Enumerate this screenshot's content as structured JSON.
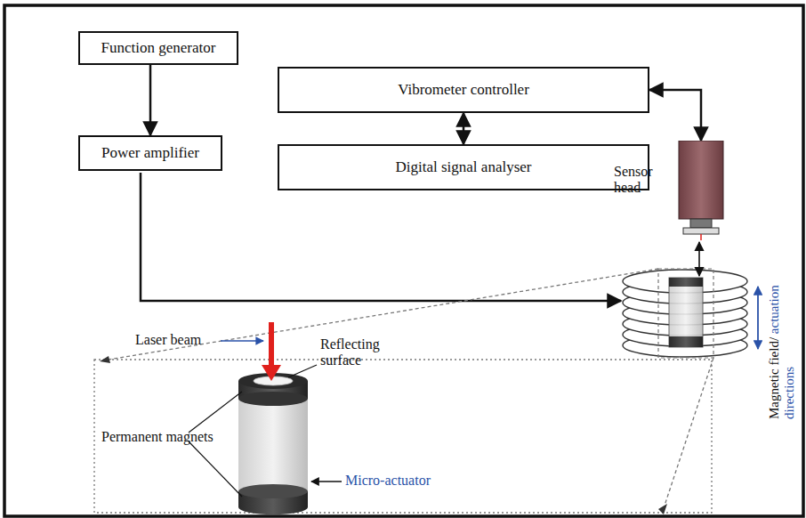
{
  "diagram": {
    "nodes": [
      {
        "text": [
          "Function generator"
        ]
      },
      {
        "text": [
          "Power amplifier"
        ]
      },
      {
        "text": [
          "Vibrometer controller"
        ]
      },
      {
        "text": [
          "Digital signal analyser"
        ]
      },
      {
        "text": [
          "Sensor head"
        ]
      }
    ],
    "edges": [
      {
        "from": 0,
        "to": 1,
        "arrow": "to"
      },
      {
        "from": 2,
        "to": 3,
        "arrow": "both"
      },
      {
        "from": 2,
        "to": 4,
        "arrow": "both"
      }
    ],
    "labels": [
      "Laser beam",
      "Reflecting surface",
      "Permanent magnets",
      "Micro-actuator",
      "Magnetic field/",
      "actuation directions"
    ]
  }
}
